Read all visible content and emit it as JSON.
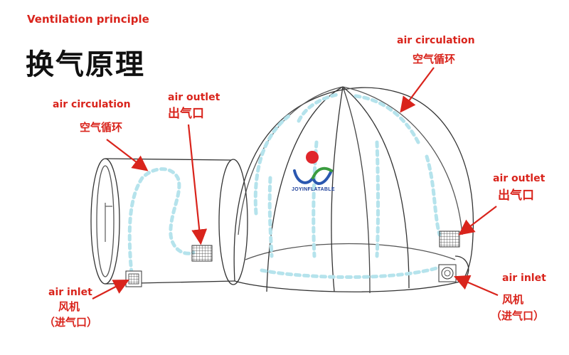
{
  "header": {
    "title_en": "Ventilation principle",
    "title_cn": "换气原理"
  },
  "labels": {
    "circulation_left_en": "air circulation",
    "circulation_left_cn": "空气循环",
    "outlet_left_en": "air outlet",
    "outlet_left_cn": "出气口",
    "circulation_right_en": "air circulation",
    "circulation_right_cn": "空气循环",
    "outlet_right_en": "air outlet",
    "outlet_right_cn": "出气口",
    "inlet_left_en": "air inlet",
    "inlet_left_cn1": "风机",
    "inlet_left_cn2": "（进气口）",
    "inlet_right_en": "air inlet",
    "inlet_right_cn1": "风机",
    "inlet_right_cn2": "（进气口）"
  },
  "logo": {
    "text": "JOYINFLATABLE",
    "dot_color": "#e0262b",
    "mark_color_blue": "#2a57b0",
    "mark_color_green": "#3a9c3f"
  },
  "colors": {
    "label": "#d9241c",
    "arrow": "#b5e3ec",
    "outline": "#333333"
  }
}
